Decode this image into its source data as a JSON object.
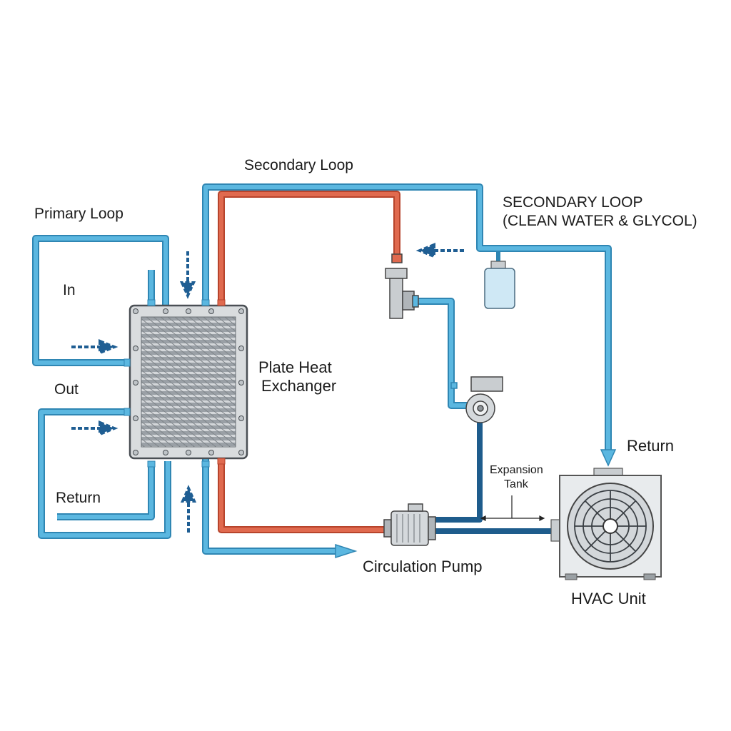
{
  "labels": {
    "secondary_loop": "Secondary Loop",
    "secondary_loop_caps_line1": "SECONDARY LOOP",
    "secondary_loop_caps_line2": "(CLEAN WATER & GLYCOL)",
    "primary_loop": "Primary Loop",
    "in": "In",
    "out": "Out",
    "return_left": "Return",
    "return_right": "Return",
    "plate_heat_line1": "Plate Heat",
    "plate_heat_line2": "Exchanger",
    "expansion_line1": "Expansion",
    "expansion_line2": "Tank",
    "circulation_pump": "Circulation Pump",
    "hvac_unit": "HVAC Unit"
  },
  "colors": {
    "cold_pipe": "#5bb7e0",
    "cold_pipe_edge": "#2f86b3",
    "hot_pipe": "#e06a4f",
    "hot_pipe_edge": "#b7442c",
    "dark_pipe": "#1e5c8c",
    "arrow": "#1f5e93",
    "metal": "#d9dcde",
    "metal_edge": "#4a4f54"
  }
}
